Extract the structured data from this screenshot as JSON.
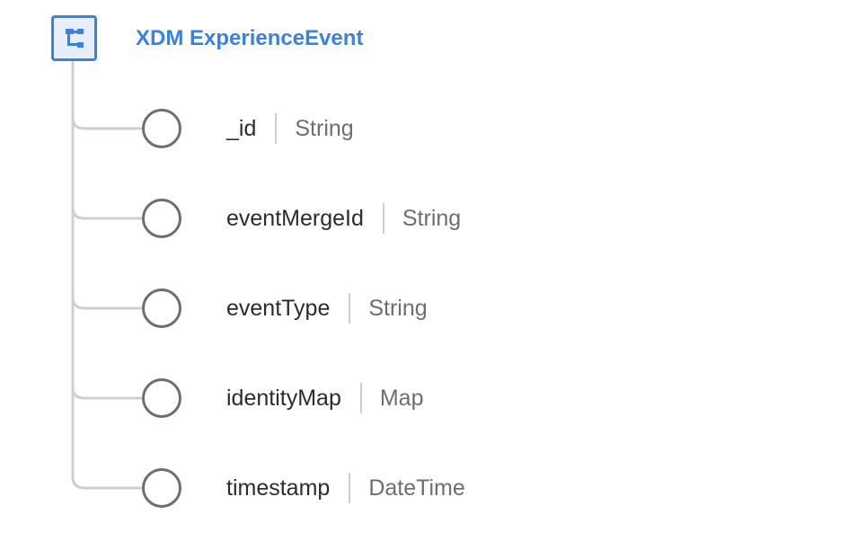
{
  "schema": {
    "title": "XDM ExperienceEvent",
    "icon": "schema-tree-icon",
    "accent_color": "#3b82e0"
  },
  "fields": [
    {
      "name": "_id",
      "type": "String"
    },
    {
      "name": "eventMergeId",
      "type": "String"
    },
    {
      "name": "eventType",
      "type": "String"
    },
    {
      "name": "identityMap",
      "type": "Map"
    },
    {
      "name": "timestamp",
      "type": "DateTime"
    }
  ]
}
